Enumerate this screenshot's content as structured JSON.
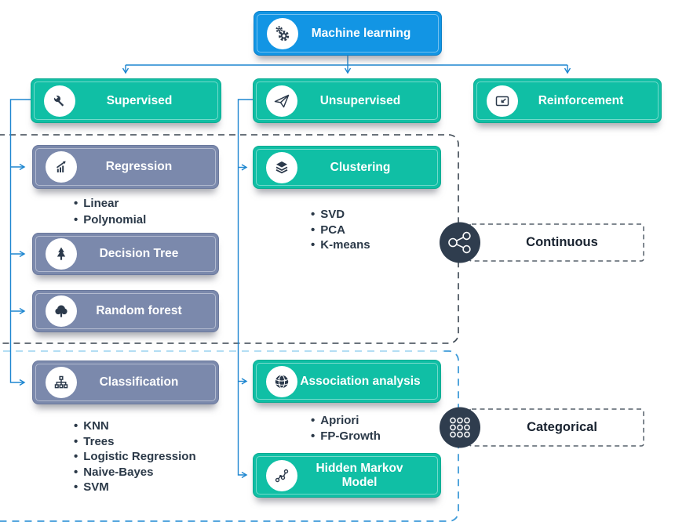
{
  "title": "Machine learning taxonomy diagram",
  "nodes": {
    "machine_learning": "Machine learning",
    "supervised": "Supervised",
    "unsupervised": "Unsupervised",
    "reinforcement": "Reinforcement",
    "regression": "Regression",
    "decision_tree": "Decision Tree",
    "random_forest": "Random forest",
    "classification": "Classification",
    "clustering": "Clustering",
    "association": "Association analysis",
    "hmm": "Hidden Markov Model"
  },
  "lists": {
    "regression": [
      "Linear",
      "Polynomial"
    ],
    "classification": [
      "KNN",
      "Trees",
      "Logistic Regression",
      "Naive-Bayes",
      "SVM"
    ],
    "clustering": [
      "SVD",
      "PCA",
      "K-means"
    ],
    "association": [
      "Apriori",
      "FP-Growth"
    ]
  },
  "badges": {
    "continuous": "Continuous",
    "categorical": "Categorical"
  },
  "icons": {
    "machine_learning": "gears-icon",
    "supervised": "wrench-icon",
    "unsupervised": "paper-plane-icon",
    "reinforcement": "inward-arrow-icon",
    "regression": "chart-increase-icon",
    "decision_tree": "pine-tree-icon",
    "random_forest": "round-tree-icon",
    "classification": "hierarchy-icon",
    "clustering": "layers-icon",
    "association": "globe-network-icon",
    "hmm": "markov-chain-icon",
    "continuous": "share-network-icon",
    "categorical": "dot-grid-icon"
  },
  "colors": {
    "brand_blue": "#1295e4",
    "teal": "#10bfa5",
    "slate_blue": "#7b89ac",
    "connector_blue": "#1d86d0",
    "dark_navy": "#2f3d4e",
    "bullet_text": "#2b3948",
    "continuous_group_border": "#3a4550",
    "categorical_group_border": "#3f9bd9",
    "categorical_group_top_border": "#a9d9f2",
    "badge_border": "#57606b"
  }
}
